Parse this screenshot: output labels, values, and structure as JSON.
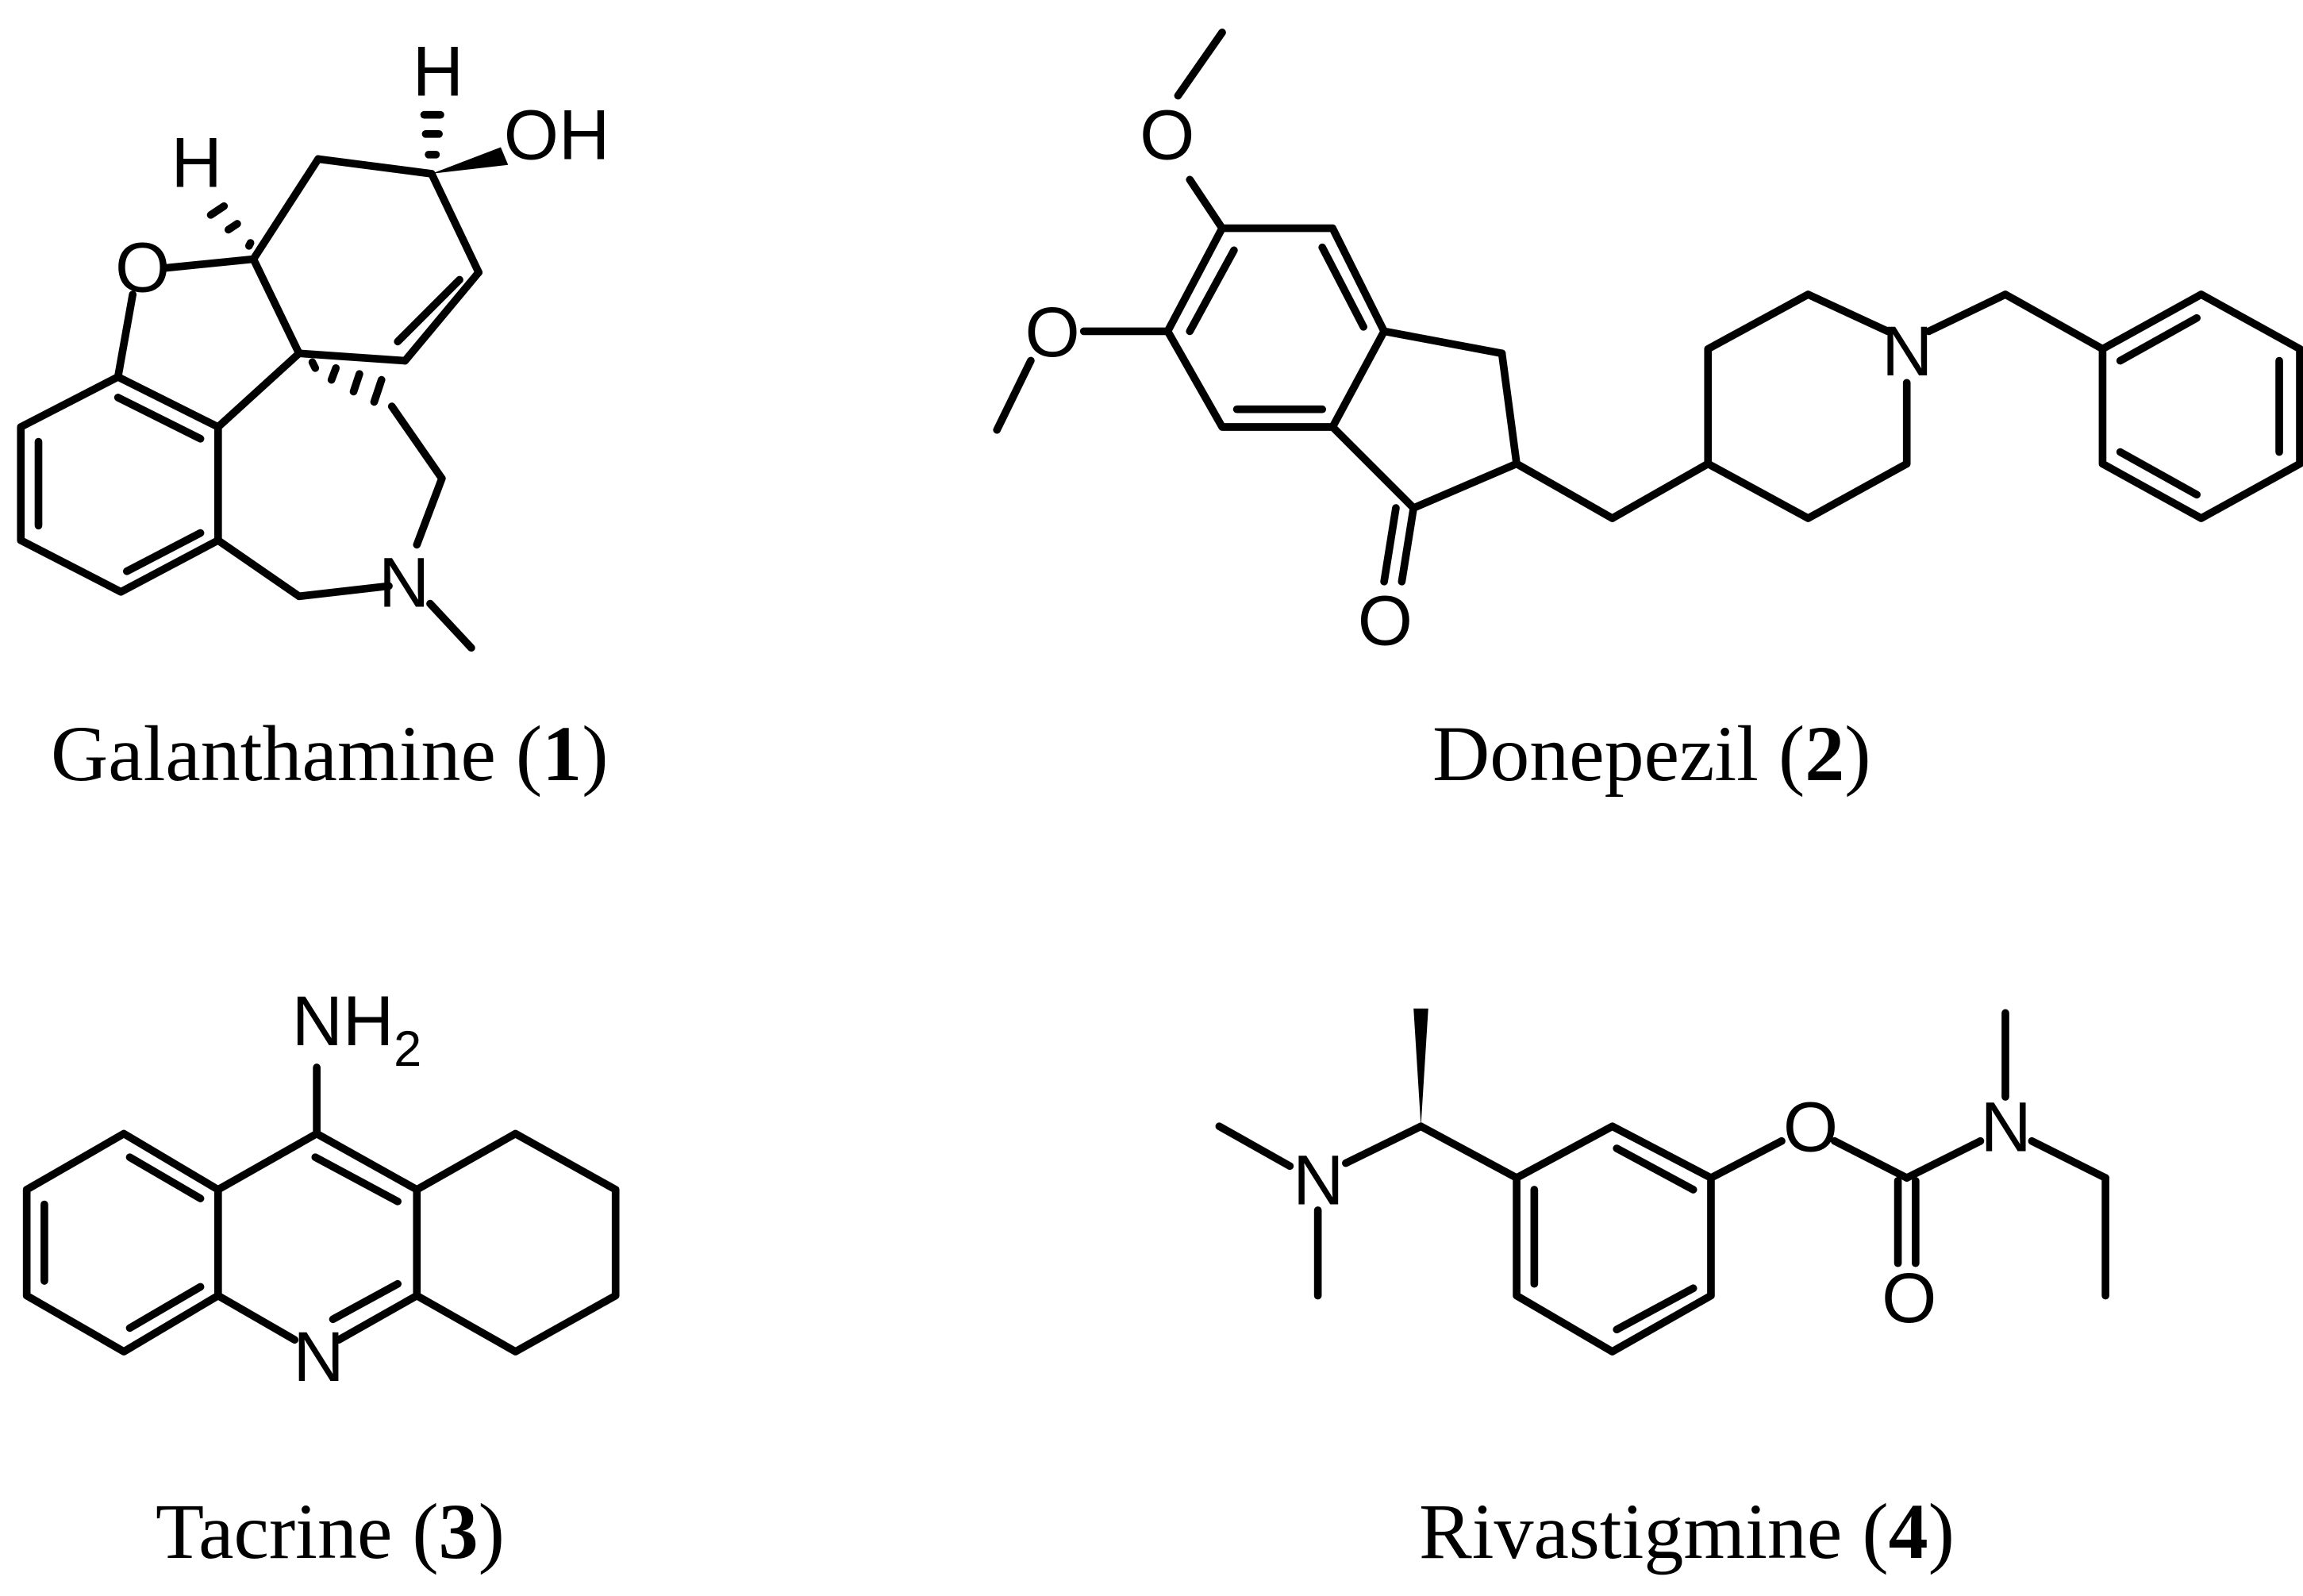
{
  "figure": {
    "compounds": [
      {
        "name": "Galanthamine",
        "number": "1",
        "labels": {
          "h1": "H",
          "h2": "H",
          "oh": "OH",
          "o": "O",
          "n": "N"
        }
      },
      {
        "name": "Donepezil",
        "number": "2",
        "labels": {
          "o1": "O",
          "o2": "O",
          "o3": "O",
          "n": "N"
        }
      },
      {
        "name": "Tacrine",
        "number": "3",
        "labels": {
          "nh": "NH",
          "sub2": "2",
          "n": "N"
        }
      },
      {
        "name": "Rivastigmine",
        "number": "4",
        "labels": {
          "n1": "N",
          "o1": "O",
          "o2": "O",
          "n2": "N"
        }
      }
    ],
    "colors": {
      "ink": "#000000",
      "background": "#ffffff"
    }
  }
}
